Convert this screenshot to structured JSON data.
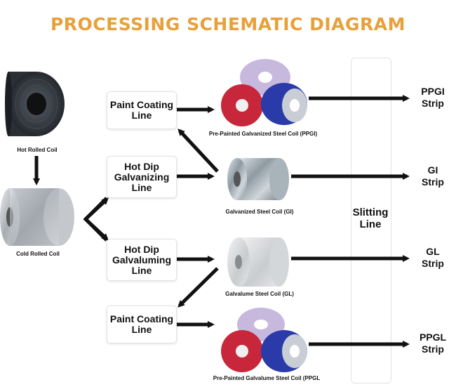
{
  "title": "PROCESSING SCHEMATIC DIAGRAM",
  "inputs": {
    "hot_rolled_coil": "Hot Rolled Coil",
    "cold_rolled_coil": "Cold Rolled Coil"
  },
  "process_lines": {
    "paint_coating_top": "Paint Coating\nLine",
    "hot_dip_galvanizing": "Hot Dip\nGalvanizing\nLine",
    "hot_dip_galvaluming": "Hot Dip\nGalvaluming\nLine",
    "paint_coating_bottom": "Paint Coating\nLine"
  },
  "coils": {
    "ppgi": "Pre-Painted Galvanized Steel Coil (PPGI)",
    "gi": "Galvanized Steel Coil (GI)",
    "gl": "Galvalume Steel Coil (GL)",
    "ppgl": "Pre-Painted Galvalume Steel Coil (PPGL"
  },
  "slitting_line": "Slitting\nLine",
  "outputs": {
    "ppgi": "PPGI\nStrip",
    "gi": "GI\nStrip",
    "gl": "GL\nStrip",
    "ppgl": "PPGL\nStrip"
  },
  "colors": {
    "title": "#e8a13a",
    "arrow": "#111111",
    "coil_red": "#c8263a",
    "coil_blue": "#2a3aa8",
    "coil_lavender": "#c7b8de",
    "coil_dark": "#2a2e36",
    "coil_silver": "#b9bdc2"
  }
}
